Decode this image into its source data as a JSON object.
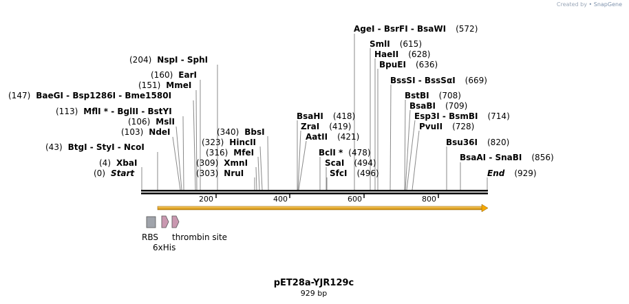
{
  "credit": {
    "prefix": "Created by",
    "brand": "SnapGene"
  },
  "plasmid": {
    "name": "pET28a-YJR129c",
    "length_label": "929 bp",
    "length": 929
  },
  "ruler": {
    "ticks": [
      "200",
      "400",
      "600",
      "800"
    ]
  },
  "ends": {
    "start": "Start",
    "start_pos": "(0)",
    "end": "End",
    "end_pos": "(929)"
  },
  "sites": [
    {
      "label": "XbaI",
      "pos": "(4)"
    },
    {
      "label": "BtgI - StyI - NcoI",
      "pos": "(43)"
    },
    {
      "label": "NdeI",
      "pos": "(103)"
    },
    {
      "label": "MslI",
      "pos": "(106)"
    },
    {
      "label": "MflI * - BglII - BstYI",
      "pos": "(113)"
    },
    {
      "label": "BaeGI - Bsp1286I - Bme1580I",
      "pos": "(147)"
    },
    {
      "label": "MmeI",
      "pos": "(151)"
    },
    {
      "label": "EarI",
      "pos": "(160)"
    },
    {
      "label": "NspI - SphI",
      "pos": "(204)"
    },
    {
      "label": "NruI",
      "pos": "(303)"
    },
    {
      "label": "XmnI",
      "pos": "(309)"
    },
    {
      "label": "MfeI",
      "pos": "(316)"
    },
    {
      "label": "HincII",
      "pos": "(323)"
    },
    {
      "label": "BbsI",
      "pos": "(340)"
    },
    {
      "label": "BsaHI",
      "pos": "(418)"
    },
    {
      "label": "ZraI",
      "pos": "(419)"
    },
    {
      "label": "AatII",
      "pos": "(421)"
    },
    {
      "label": "BclI *",
      "pos": "(478)"
    },
    {
      "label": "ScaI",
      "pos": "(494)"
    },
    {
      "label": "SfcI",
      "pos": "(496)"
    },
    {
      "label": "AgeI - BsrFI - BsaWI",
      "pos": "(572)"
    },
    {
      "label": "SmlI",
      "pos": "(615)"
    },
    {
      "label": "HaeII",
      "pos": "(628)"
    },
    {
      "label": "BpuEI",
      "pos": "(636)"
    },
    {
      "label": "BssSI - BssSαI",
      "pos": "(669)"
    },
    {
      "label": "BstBI",
      "pos": "(708)"
    },
    {
      "label": "BsaBI",
      "pos": "(709)"
    },
    {
      "label": "Esp3I - BsmBI",
      "pos": "(714)"
    },
    {
      "label": "PvuII",
      "pos": "(728)"
    },
    {
      "label": "Bsu36I",
      "pos": "(820)"
    },
    {
      "label": "BsaAI - SnaBI",
      "pos": "(856)"
    }
  ],
  "features": [
    {
      "label": "RBS",
      "type": "RBS",
      "color": "#a0a4ab"
    },
    {
      "label": "6xHis",
      "type": "tag",
      "color": "#c998b0"
    },
    {
      "label": "thrombin site",
      "type": "site",
      "color": "#c998b0"
    }
  ],
  "colors": {
    "orf": "#f5a800",
    "backbone": "#000000"
  }
}
